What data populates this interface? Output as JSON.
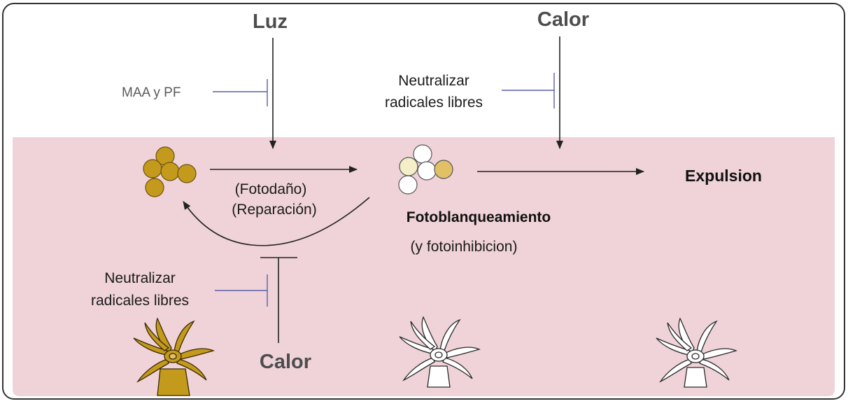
{
  "labels": {
    "luz": "Luz",
    "calor_top": "Calor",
    "calor_bottom": "Calor",
    "maa_pf": "MAA y PF",
    "neutralizar_top_line1": "Neutralizar",
    "neutralizar_top_line2": "radicales libres",
    "neutralizar_bottom_line1": "Neutralizar",
    "neutralizar_bottom_line2": "radicales libres",
    "fotodano": "(Fotodaño)",
    "reparacion": "(Reparación)",
    "fotoblanqueamiento": "Fotoblanqueamiento",
    "fotoinhibicion": "(y fotoinhibicion)",
    "expulsion": "Expulsion"
  },
  "colors": {
    "background_top": "#ffffff",
    "tissue_band": "#efd3d8",
    "healthy_symbiont": "#c49a1c",
    "bleached_symbiont": "#ffffff",
    "partial_symbiont_light": "#f5efc8",
    "partial_symbiont_mid": "#e2c166",
    "inhibitor_line": "#5a5fa8",
    "arrow": "#222222"
  }
}
